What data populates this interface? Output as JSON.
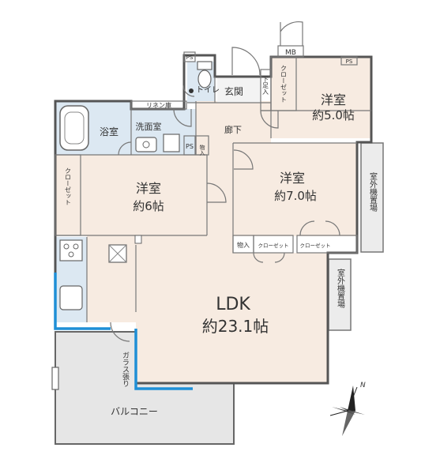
{
  "rooms": {
    "western1_name": "洋室",
    "western1_size": "約5.0帖",
    "western2_name": "洋室",
    "western2_size": "約7.0帖",
    "western3_name": "洋室",
    "western3_size": "約6帖",
    "ldk_name": "LDK",
    "ldk_size": "約23.1帖",
    "bath": "浴室",
    "wash": "洗面室",
    "toilet": "トイレ",
    "entrance": "玄関",
    "hallway": "廊下",
    "balcony": "バルコニー"
  },
  "labels": {
    "mb": "MB",
    "ps_top": "PS",
    "ps_right": "PS",
    "ps_wash": "PS",
    "linen": "リネン庫",
    "shoe_storage": "下足入",
    "closet_top": "クローゼット",
    "closet_left": "クローゼット",
    "closet_mid1": "クローゼット",
    "closet_mid2": "クローゼット",
    "storage1": "物入",
    "storage2": "物入",
    "outdoor_unit1": "室外機置場",
    "outdoor_unit2": "室外機置場",
    "glass_wall": "ガラス張り",
    "compass_n": "N"
  },
  "colors": {
    "wood_floor": "#f7ebe1",
    "tile_floor": "#dce8f2",
    "balcony": "#e6e6e6",
    "outdoor": "#ececec",
    "wall": "#555555",
    "glass": "#1f8fd6"
  }
}
